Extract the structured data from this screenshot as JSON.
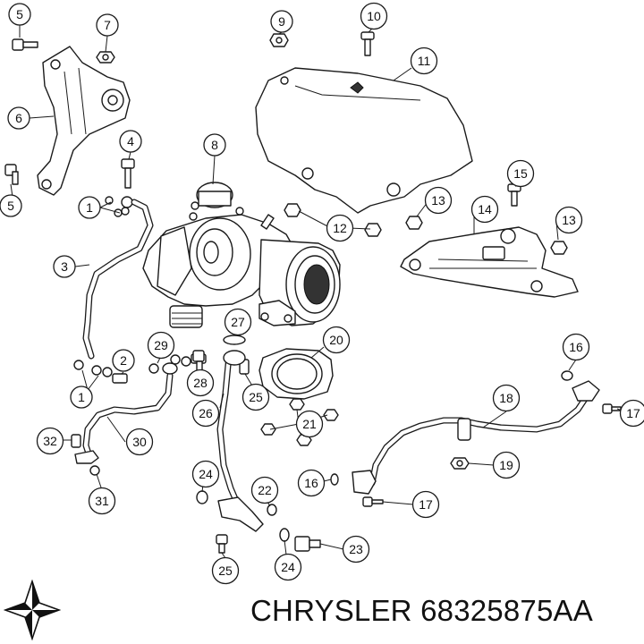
{
  "footer": {
    "brand": "CHRYSLER",
    "part_number": "68325875AA"
  },
  "logo": {
    "icon": "chrysler-pentastar-logo"
  },
  "callouts": [
    {
      "id": "c5a",
      "label": "5"
    },
    {
      "id": "c7",
      "label": "7"
    },
    {
      "id": "c9",
      "label": "9"
    },
    {
      "id": "c10",
      "label": "10"
    },
    {
      "id": "c11",
      "label": "11"
    },
    {
      "id": "c6",
      "label": "6"
    },
    {
      "id": "c4",
      "label": "4"
    },
    {
      "id": "c8",
      "label": "8"
    },
    {
      "id": "c5b",
      "label": "5"
    },
    {
      "id": "c1a",
      "label": "1"
    },
    {
      "id": "c15",
      "label": "15"
    },
    {
      "id": "c13a",
      "label": "13"
    },
    {
      "id": "c14",
      "label": "14"
    },
    {
      "id": "c12",
      "label": "12"
    },
    {
      "id": "c13b",
      "label": "13"
    },
    {
      "id": "c3",
      "label": "3"
    },
    {
      "id": "c27",
      "label": "27"
    },
    {
      "id": "c20",
      "label": "20"
    },
    {
      "id": "c16a",
      "label": "16"
    },
    {
      "id": "c29",
      "label": "29"
    },
    {
      "id": "c2",
      "label": "2"
    },
    {
      "id": "c28",
      "label": "28"
    },
    {
      "id": "c1b",
      "label": "1"
    },
    {
      "id": "c25a",
      "label": "25"
    },
    {
      "id": "c18",
      "label": "18"
    },
    {
      "id": "c26",
      "label": "26"
    },
    {
      "id": "c21",
      "label": "21"
    },
    {
      "id": "c17a",
      "label": "17"
    },
    {
      "id": "c32",
      "label": "32"
    },
    {
      "id": "c30",
      "label": "30"
    },
    {
      "id": "c19",
      "label": "19"
    },
    {
      "id": "c24a",
      "label": "24"
    },
    {
      "id": "c16b",
      "label": "16"
    },
    {
      "id": "c22",
      "label": "22"
    },
    {
      "id": "c31",
      "label": "31"
    },
    {
      "id": "c17b",
      "label": "17"
    },
    {
      "id": "c23",
      "label": "23"
    },
    {
      "id": "c25b",
      "label": "25"
    },
    {
      "id": "c24b",
      "label": "24"
    }
  ]
}
